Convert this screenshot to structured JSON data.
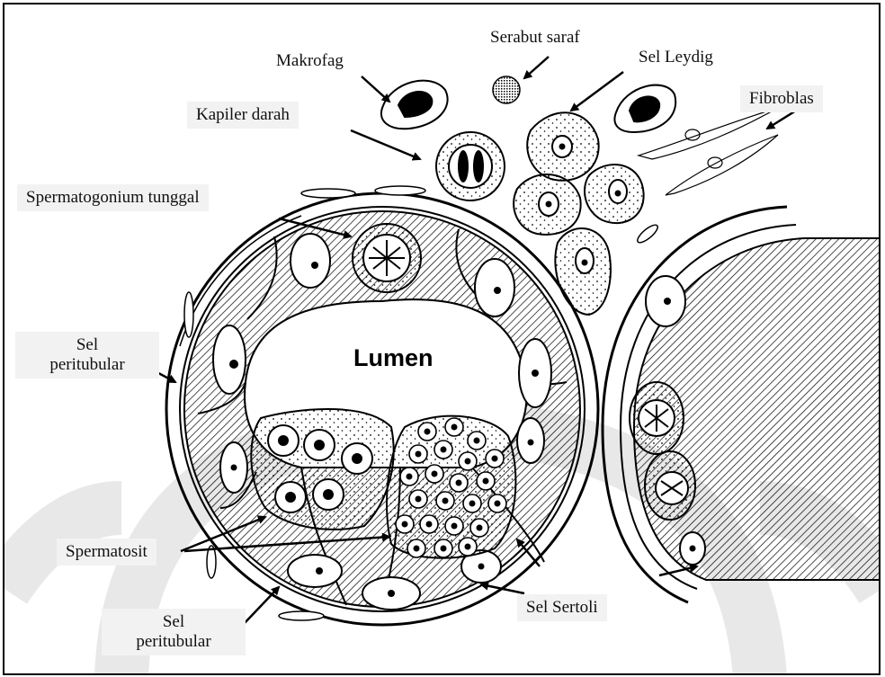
{
  "labels": {
    "makrofag": "Makrofag",
    "serabut_saraf": "Serabut saraf",
    "sel_leydig": "Sel Leydig",
    "fibroblas": "Fibroblas",
    "kapiler_darah": "Kapiler darah",
    "spermatogonium": "Spermatogonium tunggal",
    "sel_peritubular_top_line1": "Sel",
    "sel_peritubular_top_line2": "peritubular",
    "lumen": "Lumen",
    "spermatosit": "Spermatosit",
    "sel_sertoli": "Sel Sertoli",
    "sel_peritubular_bottom_line1": "Sel",
    "sel_peritubular_bottom_line2": "peritubular"
  },
  "colors": {
    "line": "#000000",
    "label_bg": "#f2f2f2",
    "watermark": "#d9d9d9"
  }
}
